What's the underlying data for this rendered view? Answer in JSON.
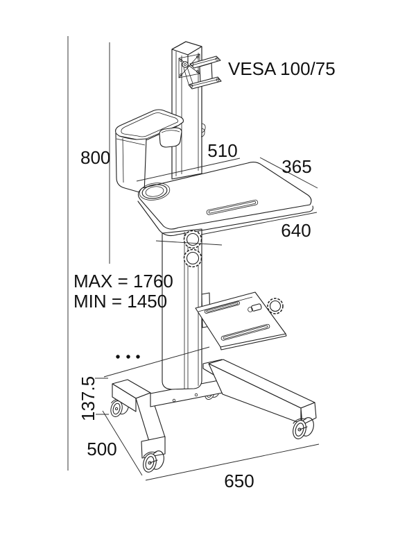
{
  "document": {
    "kind": "technical dimension line-drawing",
    "subject": "Height-adjustable mobile workstation cart with VESA monitor mount, storage basket, worktop, keyboard tray and four casters"
  },
  "style": {
    "background": "#ffffff",
    "line_color": "#1d1d1d",
    "text_color": "#111111"
  },
  "dimensions": {
    "vesa_label": "VESA 100/75",
    "pole_height": "800",
    "worktop_top_edge": "510",
    "worktop_side_edge": "365",
    "worktop_front_edge": "640",
    "max_overall_height": "MAX = 1760",
    "min_overall_height": "MIN = 1450",
    "base_caster_height": "137.5",
    "base_left_edge": "500",
    "base_front_edge": "650"
  },
  "decorations": {
    "height_adjust_dots_count": 3
  }
}
